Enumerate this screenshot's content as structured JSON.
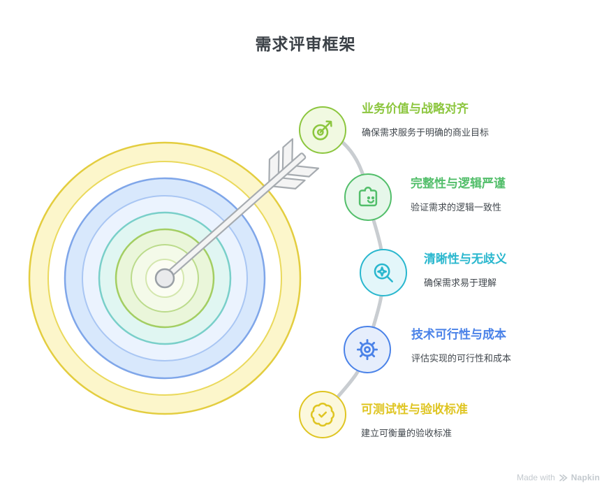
{
  "title": "需求评审框架",
  "items": [
    {
      "title": "业务价值与战略对齐",
      "subtitle": "确保需求服务于明确的商业目标",
      "color": "#8cc63e",
      "fill": "#f1f9e1",
      "icon": "target-arrow-icon"
    },
    {
      "title": "完整性与逻辑严谨",
      "subtitle": "验证需求的逻辑一致性",
      "color": "#52be6a",
      "fill": "#e6f7ea",
      "icon": "puzzle-smiley-icon"
    },
    {
      "title": "清晰性与无歧义",
      "subtitle": "确保需求易于理解",
      "color": "#29b7ce",
      "fill": "#e3f6fa",
      "icon": "magnifier-sparkle-icon"
    },
    {
      "title": "技术可行性与成本",
      "subtitle": "评估实现的可行性和成本",
      "color": "#4a82e8",
      "fill": "#e6eefc",
      "icon": "gear-icon"
    },
    {
      "title": "可测试性与验收标准",
      "subtitle": "建立可衡量的验收标准",
      "color": "#dfc522",
      "fill": "#fcf8dc",
      "icon": "badge-check-icon"
    }
  ],
  "target": {
    "rings": [
      {
        "fill": "#fcf6cb",
        "stroke": "#e3cd3f"
      },
      {
        "fill": "#ffffff",
        "stroke": "#ead95c"
      },
      {
        "fill": "#d8e8fc",
        "stroke": "#7fa6e9"
      },
      {
        "fill": "#ebf3fe",
        "stroke": "#a9c6f3"
      },
      {
        "fill": "#e0f6f2",
        "stroke": "#79cfc9"
      },
      {
        "fill": "#eaf6da",
        "stroke": "#a3ce62"
      },
      {
        "fill": "#f4fae9",
        "stroke": "#bbdb8b"
      },
      {
        "fill": "#fbfdf3",
        "stroke": "#d4e7ae"
      }
    ],
    "arrow": {
      "fill": "#f4f4f4",
      "stroke": "#a6abb0"
    },
    "center": {
      "fill": "#e9eaec",
      "stroke": "#9aa0a6"
    }
  },
  "connector_color": "#c9cdd1",
  "watermark": {
    "made_with": "Made with",
    "brand": "Napkin"
  }
}
